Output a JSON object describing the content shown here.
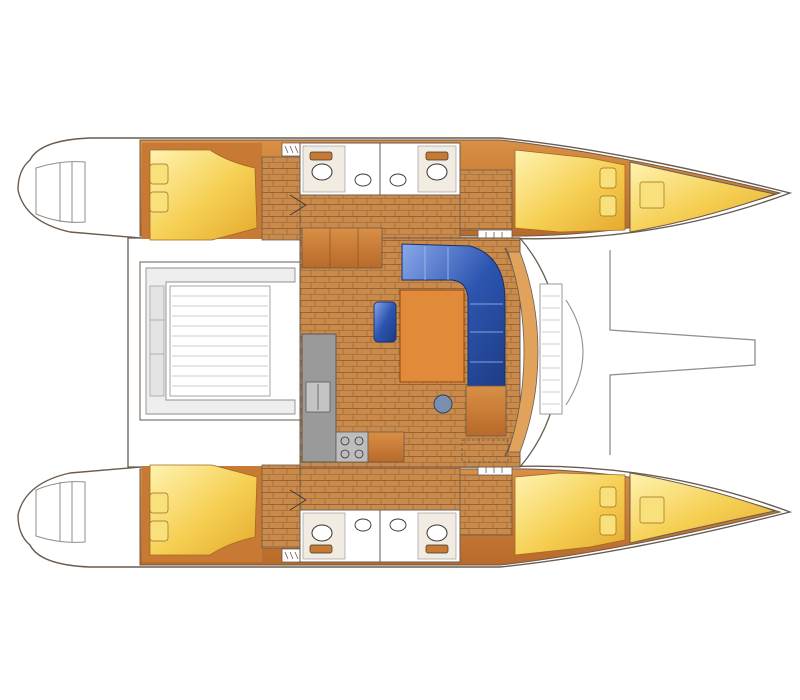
{
  "diagram": {
    "kind": "catamaran-layout-plan",
    "orientation": "bow-right",
    "colors": {
      "background": "#ffffff",
      "hull_outline": "#6a5b4e",
      "hull_wood": "#c87a35",
      "hull_wood_dark": "#a95e22",
      "cabin_yellow": "#f2c54e",
      "cabin_yellow_light": "#f8e07a",
      "floor_teak": "#c98a4b",
      "floor_plank_line": "#8a5a2e",
      "counter_grey": "#9a9a9a",
      "sofa_blue": "#2a4fa0",
      "sofa_blue_light": "#6f8fd6",
      "table_orange": "#e08a3a",
      "deck_white": "#ffffff",
      "line_grey": "#8f8f8f"
    },
    "spaces": [
      {
        "name": "cockpit",
        "contents": [
          "cockpit-bench",
          "cockpit-seat-cushions"
        ]
      },
      {
        "name": "saloon",
        "contents": [
          "dinette-sofa",
          "saloon-table",
          "galley-counter",
          "galley-sink",
          "galley-stove",
          "nav-station"
        ]
      },
      {
        "name": "port-aft-cabin",
        "contents": [
          "double-berth"
        ]
      },
      {
        "name": "starboard-aft-cabin",
        "contents": [
          "double-berth"
        ]
      },
      {
        "name": "port-forward-cabin",
        "contents": [
          "double-berth"
        ]
      },
      {
        "name": "starboard-forward-cabin",
        "contents": [
          "double-berth"
        ]
      },
      {
        "name": "port-heads",
        "contents": [
          "toilet",
          "washbasin",
          "shower"
        ]
      },
      {
        "name": "starboard-heads",
        "contents": [
          "toilet",
          "washbasin",
          "shower"
        ]
      },
      {
        "name": "port-bow-locker",
        "contents": [
          "sail-locker"
        ]
      },
      {
        "name": "starboard-bow-locker",
        "contents": [
          "sail-locker"
        ]
      },
      {
        "name": "foredeck-trampoline",
        "contents": [
          "forward-beam"
        ]
      }
    ]
  }
}
